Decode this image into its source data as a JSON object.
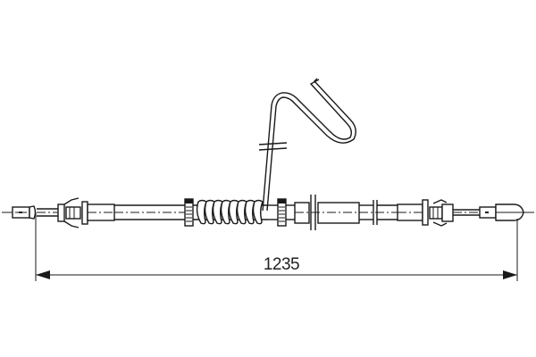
{
  "drawing": {
    "subject": "brake cable",
    "dimension": {
      "label": "1235",
      "units_shown": ""
    },
    "colors": {
      "line": "#1a1a1a",
      "background": "#ffffff"
    },
    "components": [
      "left-end-nipple",
      "left-end-fitting",
      "cable-sheath-left",
      "spring-clamp-left",
      "spring-coil",
      "mounting-bracket-wire",
      "spring-clamp-right",
      "sleeve-tube",
      "cable-sheath-right",
      "right-end-fitting",
      "right-end-nipple"
    ]
  }
}
